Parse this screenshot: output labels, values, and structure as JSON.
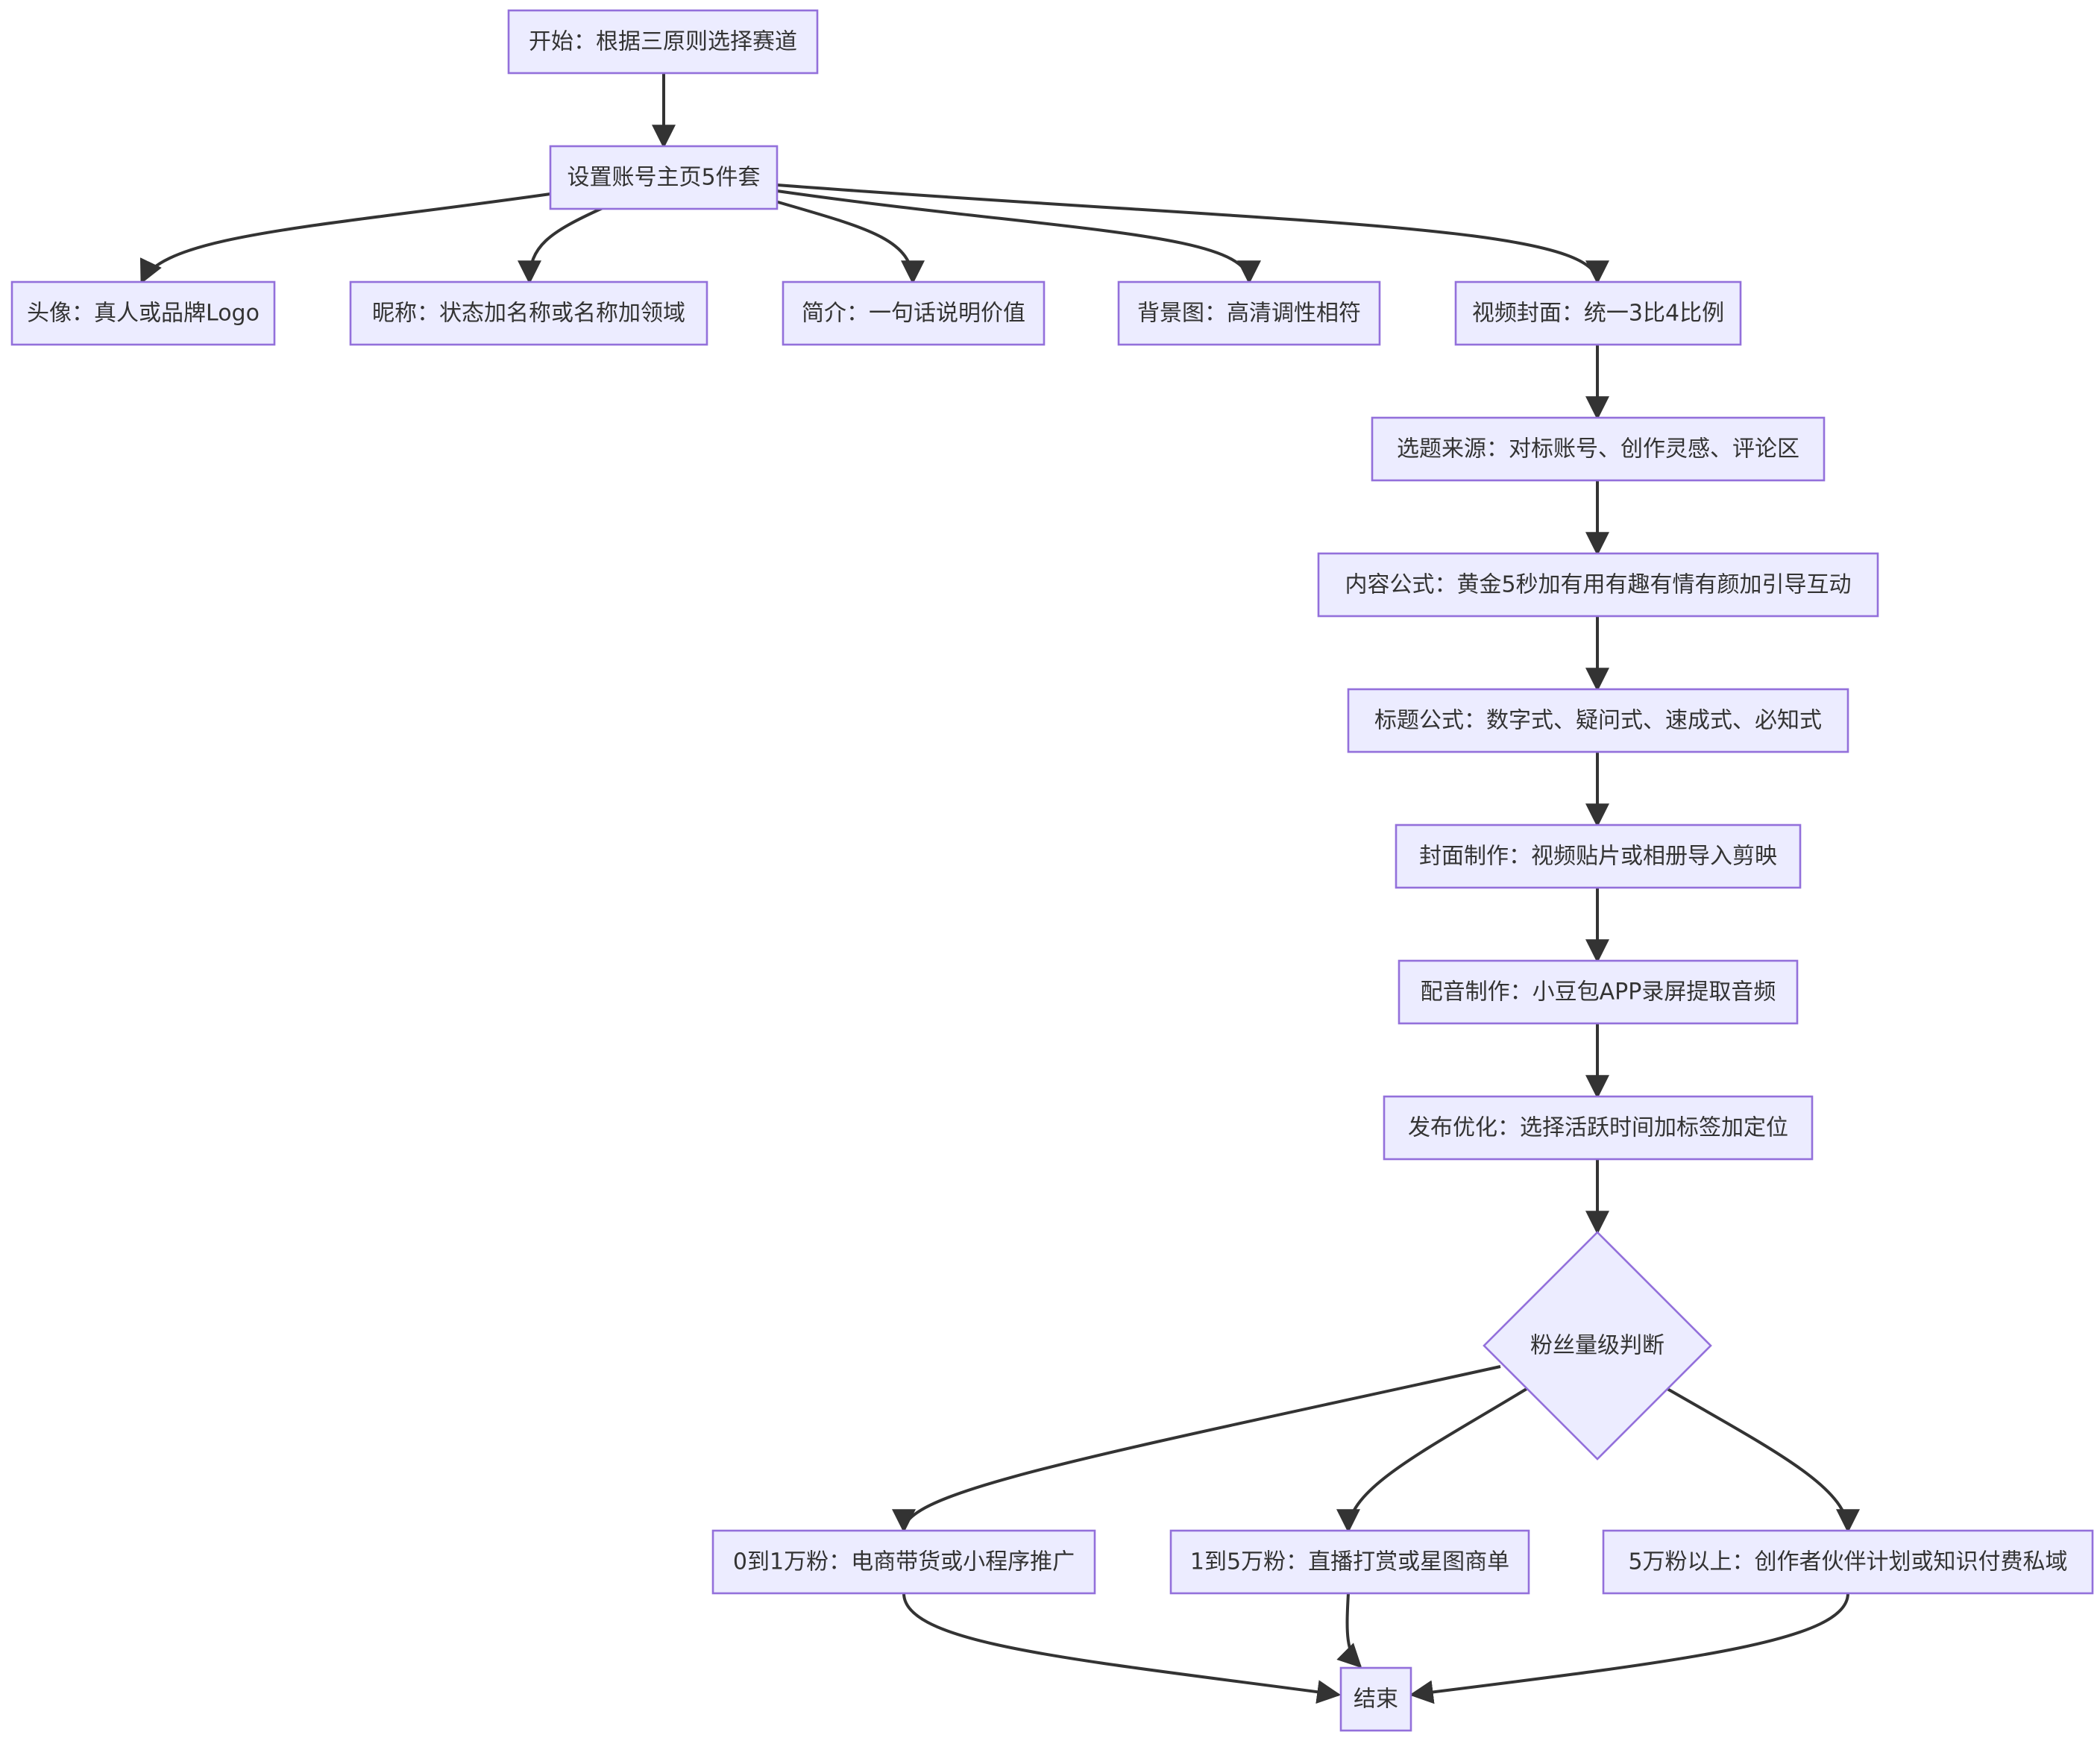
{
  "colors": {
    "node_fill": "#ECECFF",
    "node_stroke": "#9370DB",
    "edge": "#333333",
    "text": "#333333"
  },
  "nodes": {
    "start": "开始：根据三原则选择赛道",
    "setup": "设置账号主页5件套",
    "avatar": "头像：真人或品牌Logo",
    "nickname": "昵称：状态加名称或名称加领域",
    "bio": "简介：一句话说明价值",
    "background": "背景图：高清调性相符",
    "cover_ratio": "视频封面：统一3比4比例",
    "topic_source": "选题来源：对标账号、创作灵感、评论区",
    "content_formula": "内容公式：黄金5秒加有用有趣有情有颜加引导互动",
    "title_formula": "标题公式：数字式、疑问式、速成式、必知式",
    "cover_making": "封面制作：视频贴片或相册导入剪映",
    "voiceover": "配音制作：小豆包APP录屏提取音频",
    "publish": "发布优化：选择活跃时间加标签加定位",
    "decision": "粉丝量级判断",
    "tier1": "0到1万粉：电商带货或小程序推广",
    "tier2": "1到5万粉：直播打赏或星图商单",
    "tier3": "5万粉以上：创作者伙伴计划或知识付费私域",
    "end": "结束"
  }
}
